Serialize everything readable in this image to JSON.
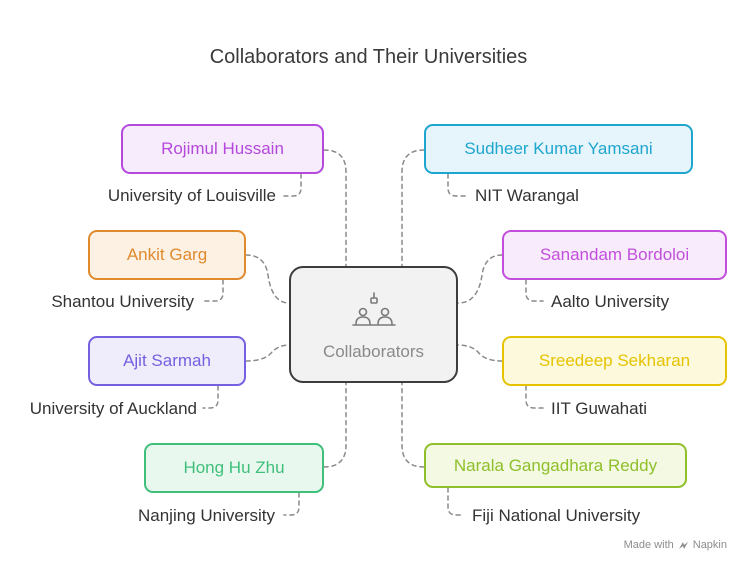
{
  "title": "Collaborators and Their Universities",
  "center": {
    "label": "Collaborators",
    "icon": "collaborators-icon"
  },
  "collaborators": [
    {
      "name": "Rojimul Hussain",
      "university": "University of Louisville",
      "color": "#b449db",
      "fill": "#f7ecfc"
    },
    {
      "name": "Ankit Garg",
      "university": "Shantou University",
      "color": "#e08a2e",
      "fill": "#fdf1e4"
    },
    {
      "name": "Ajit Sarmah",
      "university": "University of Auckland",
      "color": "#7560e0",
      "fill": "#efedfc"
    },
    {
      "name": "Hong Hu Zhu",
      "university": "Nanjing University",
      "color": "#3fbf7a",
      "fill": "#e9f8ef"
    },
    {
      "name": "Sudheer Kumar Yamsani",
      "university": "NIT Warangal",
      "color": "#1fa6cf",
      "fill": "#e6f5fb"
    },
    {
      "name": "Sanandam Bordoloi",
      "university": "Aalto University",
      "color": "#c24fdb",
      "fill": "#f8ecfc"
    },
    {
      "name": "Sreedeep Sekharan",
      "university": "IIT Guwahati",
      "color": "#e5c300",
      "fill": "#fdf9dd"
    },
    {
      "name": "Narala Gangadhara Reddy",
      "university": "Fiji National University",
      "color": "#8fbf2a",
      "fill": "#f3f9e3"
    }
  ],
  "footer": {
    "made_with": "Made with",
    "brand": "Napkin"
  }
}
